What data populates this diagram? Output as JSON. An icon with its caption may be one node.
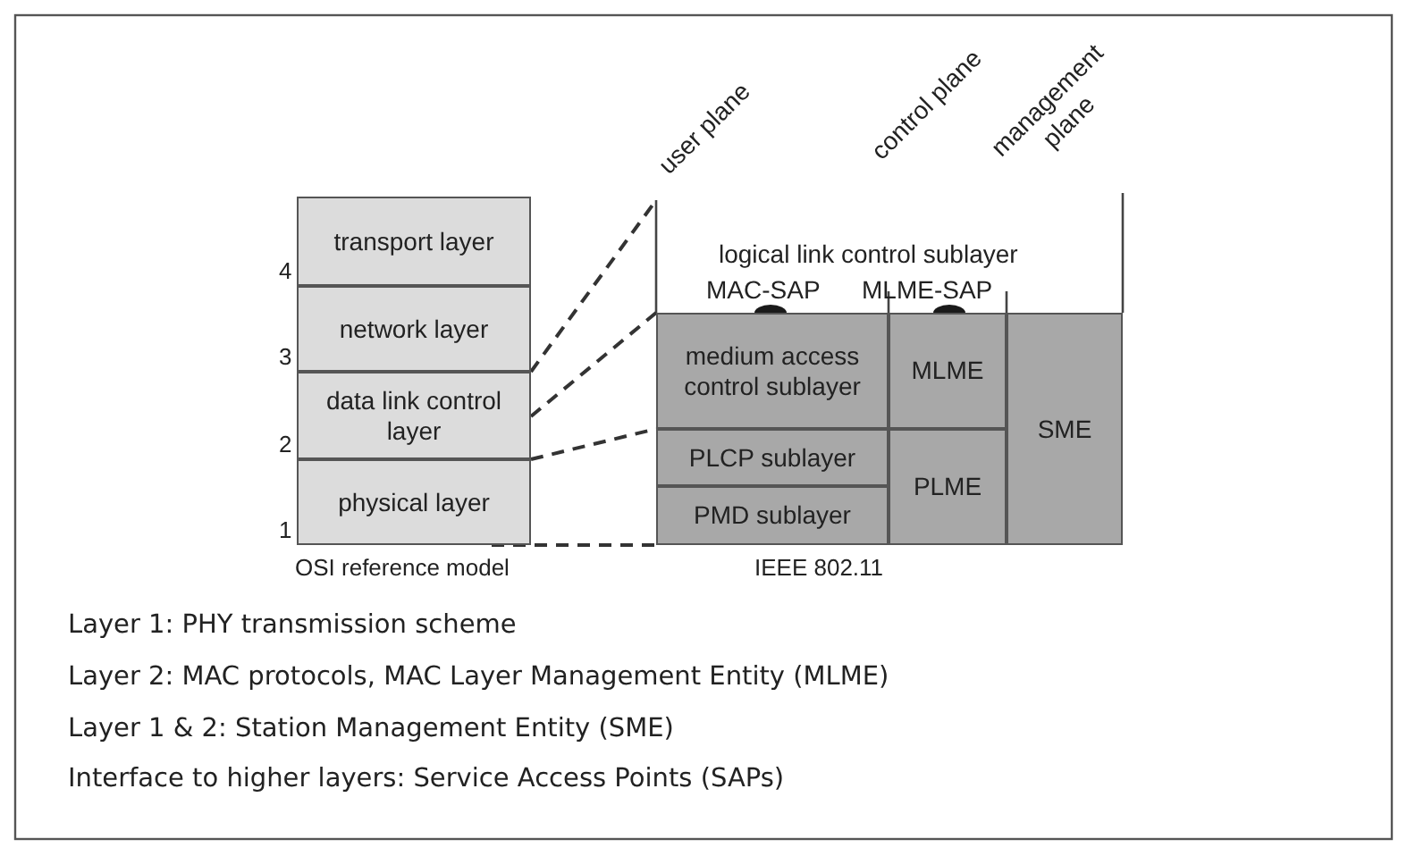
{
  "diagram": {
    "nodes": [
      {
        "text": [
          "transport layer"
        ]
      },
      {
        "text": [
          "network layer"
        ]
      },
      {
        "text": [
          "data link control layer"
        ]
      },
      {
        "text": [
          "physical layer"
        ]
      },
      {
        "text": [
          "medium access control sublayer"
        ]
      },
      {
        "text": [
          "MLME"
        ]
      },
      {
        "text": [
          "SME"
        ]
      },
      {
        "text": [
          "PLCP sublayer"
        ]
      },
      {
        "text": [
          "PLME"
        ]
      },
      {
        "text": [
          "PMD sublayer"
        ]
      }
    ],
    "edges": [
      {
        "from": 2,
        "to": null,
        "arrow": "none",
        "style": "dashed"
      },
      {
        "from": 2,
        "to": 4,
        "arrow": "none",
        "style": "dashed"
      },
      {
        "from": 3,
        "to": 7,
        "arrow": "none",
        "style": "dashed"
      },
      {
        "from": 3,
        "to": 9,
        "arrow": "none",
        "style": "dashed"
      }
    ],
    "labels": [
      "management plane",
      "control plane",
      "user plane",
      "logical link control sublayer",
      "MAC-SAP",
      "MLME-SAP",
      "4",
      "3",
      "2",
      "1",
      "OSI reference model",
      "IEEE 802.11",
      "Layer 1: PHY transmission scheme",
      "Layer 2: MAC protocols, MAC Layer Management Entity (MLME)",
      "Layer 1 & 2: Station Management Entity (SME)",
      "Interface to higher layers: Service Access Points (SAPs)"
    ]
  }
}
